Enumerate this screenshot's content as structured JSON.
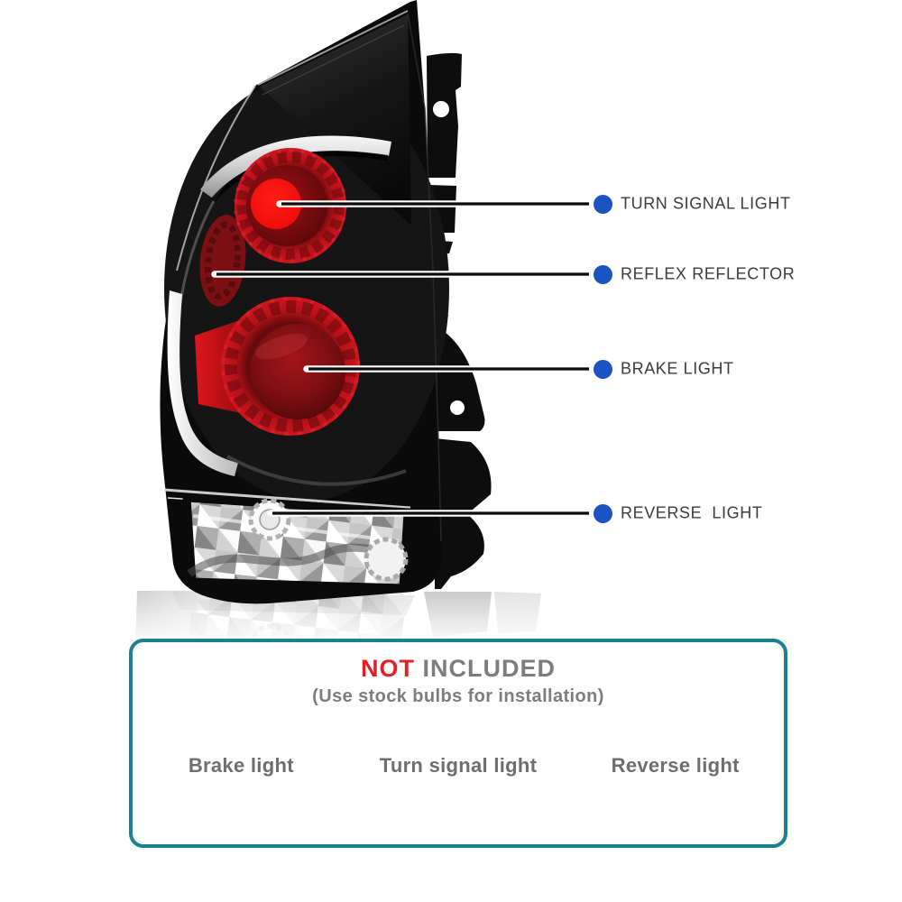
{
  "product_diagram": {
    "description": "Tail light assembly annotated diagram",
    "callouts": [
      {
        "label": "TURN SIGNAL LIGHT",
        "marker": "blue-dot"
      },
      {
        "label": "REFLEX REFLECTOR",
        "marker": "blue-dot"
      },
      {
        "label": "BRAKE LIGHT",
        "marker": "blue-dot"
      },
      {
        "label": "REVERSE  LIGHT",
        "marker": "blue-dot"
      }
    ]
  },
  "not_included_box": {
    "title_highlight": "NOT",
    "title_rest": " INCLUDED",
    "subtitle": "(Use stock bulbs for installation)",
    "bulb_items": [
      {
        "label": "Brake light"
      },
      {
        "label": "Turn signal light"
      },
      {
        "label": "Reverse light"
      }
    ]
  },
  "colors": {
    "callout-dot": "#1b53c1",
    "callout-text": "#3b3b3b",
    "box-border": "#1b808f",
    "title-red": "#e02127",
    "title-gray": "#7d7d7d",
    "item-gray": "#6e6e6e",
    "lens-bright-red": "#ee0c0c",
    "lens-red": "#b51218",
    "lens-dark-red": "#650a0d"
  }
}
